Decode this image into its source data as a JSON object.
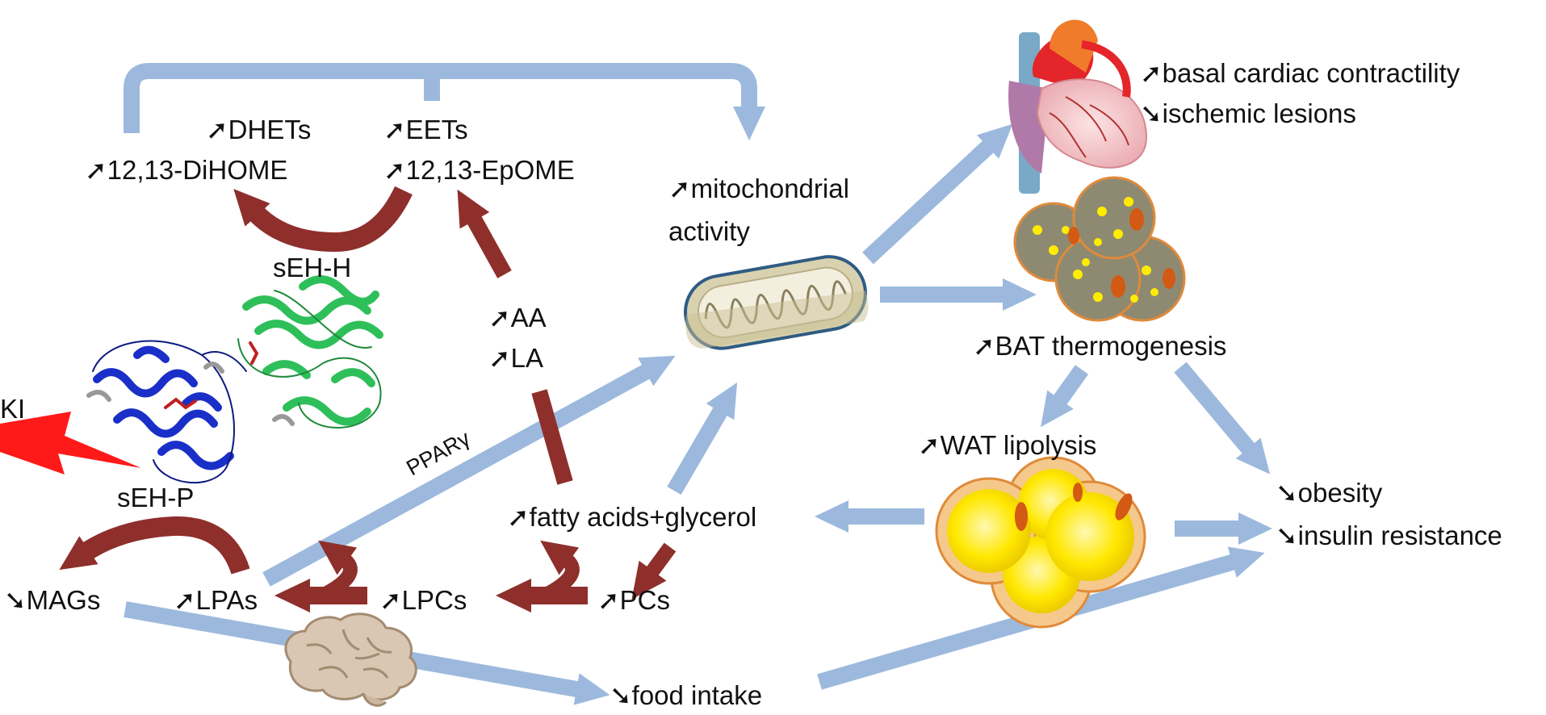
{
  "labels": {
    "dhets": "DHETs",
    "eets": "EETs",
    "dihome": "12,13-DiHOME",
    "epome": "12,13-EpOME",
    "seh_h": "sEH-H",
    "aa": "AA",
    "la": "LA",
    "ki": "KI",
    "seh_p": "sEH-P",
    "ppar": "PPARγ",
    "mags": "MAGs",
    "lpas": "LPAs",
    "lpcs": "LPCs",
    "pcs": "PCs",
    "fatty_acids": "fatty acids+glycerol",
    "mito_line1": "mitochondrial",
    "mito_line2": "activity",
    "cardiac": "basal cardiac contractility",
    "ischemic": "ischemic lesions",
    "bat": "BAT thermogenesis",
    "wat": "WAT lipolysis",
    "obesity": "obesity",
    "insulin": "insulin resistance",
    "food": "food intake"
  },
  "glyphs": {
    "up": "➚",
    "down": "➘"
  },
  "colors": {
    "blue_arrow": "#9cb9dd",
    "red_arrow": "#8e2f2c",
    "bolt": "#ff1a1a",
    "bat_cell": "#8e8a72",
    "bat_border": "#e08a3a",
    "lipid": "#ffec00",
    "nucleus": "#d35a14",
    "wat_cell": "#f5c98c",
    "protein_blue": "#1a2fc8",
    "protein_green": "#2fbf5a",
    "brain": "#d9c6b3",
    "heart": "#f3c8cc",
    "heart_red": "#e4252a",
    "mito_fill": "#d9d2b0",
    "mito_border": "#2f5b83"
  },
  "icons": [
    "heart-icon",
    "mitochondrion-icon",
    "brown-fat-cells-icon",
    "white-fat-cells-icon",
    "brain-icon",
    "protein-structure-icon",
    "lightning-icon"
  ]
}
